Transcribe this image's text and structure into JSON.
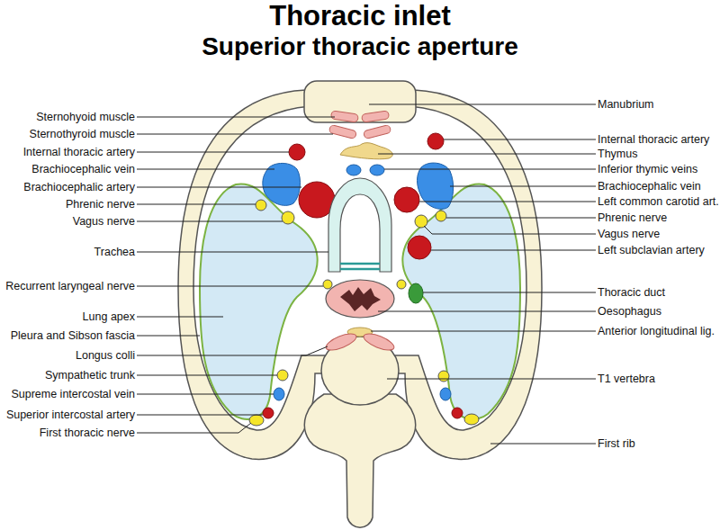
{
  "diagram": {
    "title": "Thoracic inlet",
    "labels": [
      "Superior thoracic aperture",
      "Sternohyoid muscle",
      "Sternothyroid muscle",
      "Internal thoracic artery",
      "Brachiocephalic vein",
      "Brachiocephalic artery",
      "Phrenic nerve",
      "Vagus nerve",
      "Trachea",
      "Recurrent laryngeal nerve",
      "Lung apex",
      "Pleura and Sibson fascia",
      "Longus colli",
      "Sympathetic trunk",
      "Supreme intercostal vein",
      "Superior intercostal artery",
      "First thoracic nerve",
      "Manubrium",
      "Internal thoracic artery",
      "Thymus",
      "Inferior thymic veins",
      "Brachiocephalic vein",
      "Left common carotid art.",
      "Phrenic nerve",
      "Vagus nerve",
      "Left subclavian artery",
      "Thoracic duct",
      "Oesophagus",
      "Anterior longitudinal lig.",
      "T1 vertebra",
      "First rib"
    ]
  }
}
